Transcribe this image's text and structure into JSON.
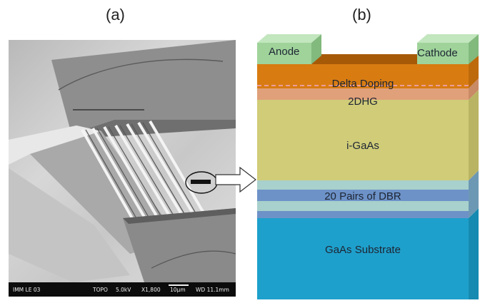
{
  "panels": {
    "a_label": "(a)",
    "b_label": "(b)"
  },
  "sem_image": {
    "footer": {
      "lab": "IMM LE 03",
      "mode": "TOPO",
      "voltage": "5.0kV",
      "magnification": "X1,800",
      "scale": "10μm",
      "working_distance": "WD 11.1mm"
    }
  },
  "structure": {
    "contacts": {
      "anode": "Anode",
      "cathode": "Cathode"
    },
    "layers": {
      "delta_doping": "Delta Doping",
      "twodhg": "2DHG",
      "igaas": "i-GaAs",
      "dbr": "20 Pairs of DBR",
      "substrate": "GaAs Substrate"
    }
  },
  "colors": {
    "contact": "#9fd39a",
    "cap": "#d87c12",
    "twodhg": "#e0a07a",
    "igaas": "#d0cc78",
    "dbr_light": "#a8d0cc",
    "dbr_dark": "#6d92c8",
    "substrate": "#1ea0cc",
    "dashed_line": "#f2a7c8"
  }
}
